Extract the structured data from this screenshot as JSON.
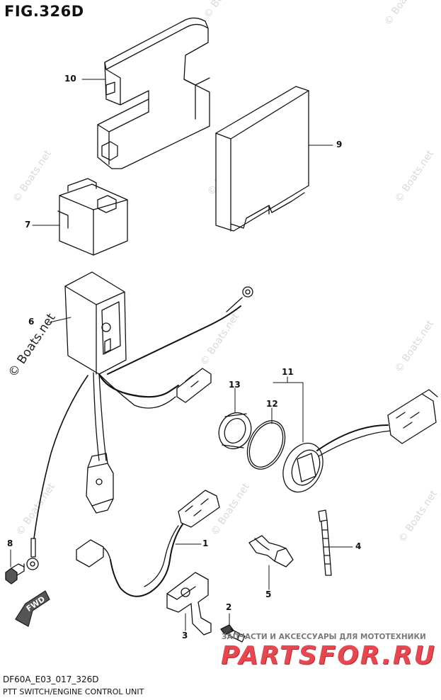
{
  "figure": {
    "title": "FIG.326D",
    "model_code": "DF60A_E03_017_326D",
    "description": "PTT SWITCH/ENGINE CONTROL UNIT"
  },
  "watermark": {
    "text": "© Boats.net"
  },
  "parts": [
    {
      "ref": "1"
    },
    {
      "ref": "2"
    },
    {
      "ref": "3"
    },
    {
      "ref": "4"
    },
    {
      "ref": "5"
    },
    {
      "ref": "6"
    },
    {
      "ref": "7"
    },
    {
      "ref": "8"
    },
    {
      "ref": "9"
    },
    {
      "ref": "10"
    },
    {
      "ref": "11"
    },
    {
      "ref": "12"
    },
    {
      "ref": "13"
    }
  ],
  "direction_badge": {
    "label": "FWD"
  },
  "promo": {
    "tagline": "ЗАПЧАСТИ И АКСЕССУАРЫ ДЛЯ МОТОТЕХНИКИ",
    "logo": "PARTSFOR.RU"
  },
  "colors": {
    "line": "#111111",
    "watermark": "#d9d9d9",
    "logo": "#e8474f"
  }
}
